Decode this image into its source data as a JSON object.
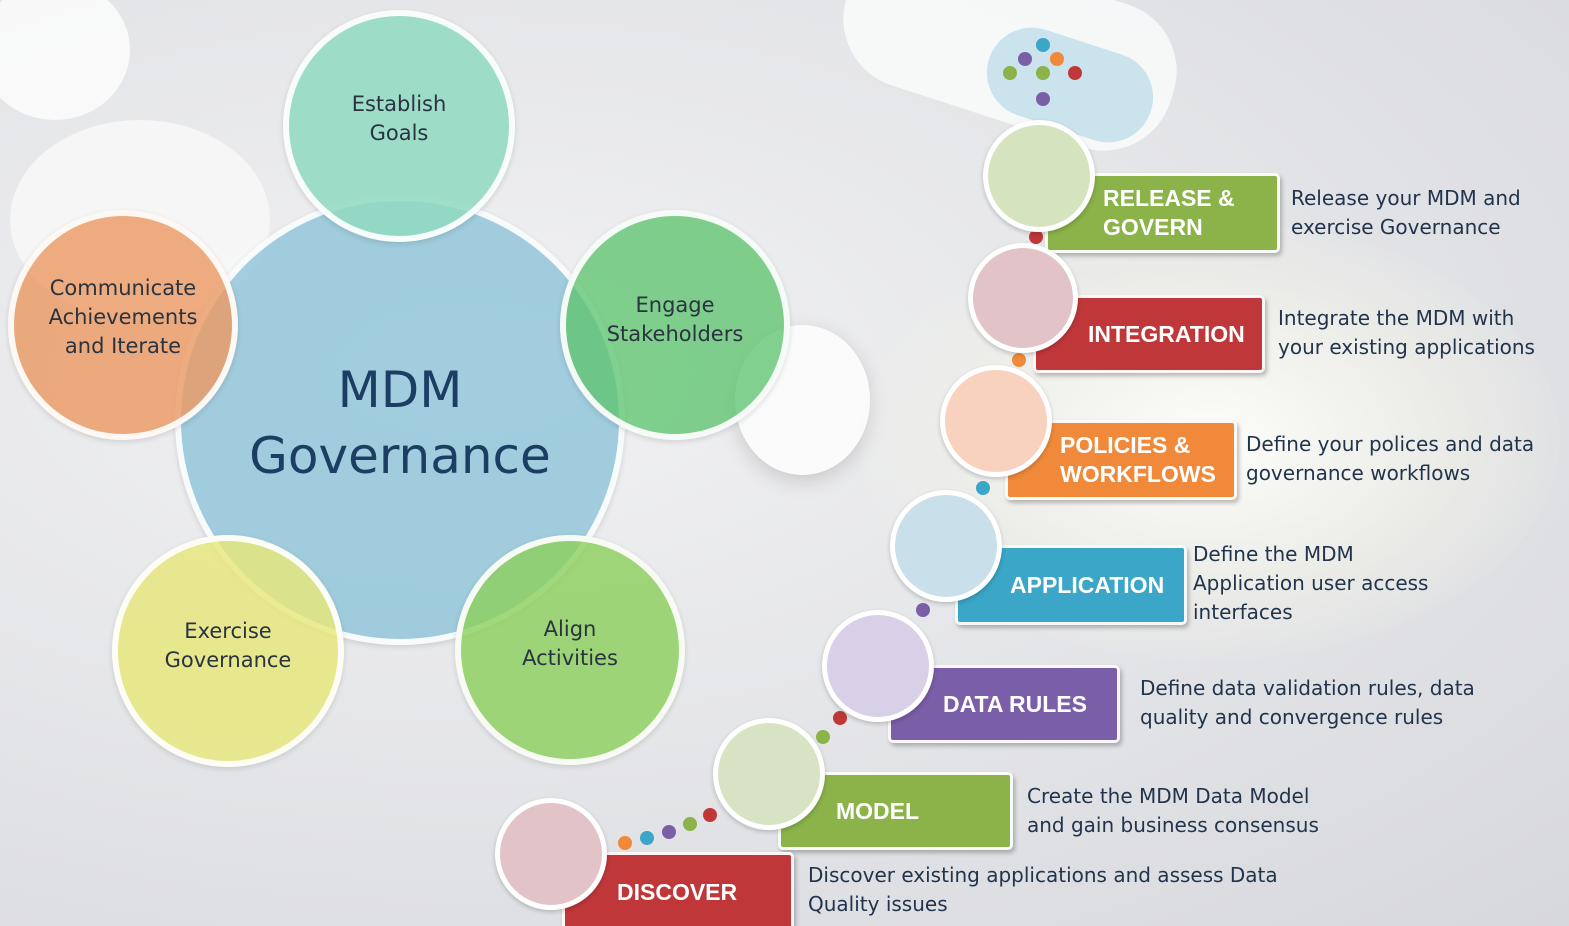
{
  "governance": {
    "center": "MDM\nGovernance",
    "goals": "Establish\nGoals",
    "stakeholders": "Engage\nStakeholders",
    "communicate": "Communicate\nAchievements\nand Iterate",
    "exercise": "Exercise\nGovernance",
    "align": "Align\nActivities"
  },
  "steps": {
    "release": {
      "label": "RELEASE &\nGOVERN",
      "desc": "Release your MDM and\nexercise Governance",
      "color": "#8bb34a"
    },
    "integration": {
      "label": "INTEGRATION",
      "desc": "Integrate the MDM with\nyour existing applications",
      "color": "#c0373a"
    },
    "policies": {
      "label": "POLICIES &\nWORKFLOWS",
      "desc": "Define your polices and data\ngovernance workflows",
      "color": "#f08a3a"
    },
    "application": {
      "label": "APPLICATION",
      "desc": "Define the MDM\nApplication user access\ninterfaces",
      "color": "#3ba6c8"
    },
    "datarules": {
      "label": "DATA RULES",
      "desc": "Define data validation rules, data\nquality and convergence rules",
      "color": "#7a5ea8"
    },
    "model": {
      "label": "MODEL",
      "desc": "Create the MDM Data Model\nand gain business consensus",
      "color": "#8bb34a"
    },
    "discover": {
      "label": "DISCOVER",
      "desc": "Discover existing applications and assess Data\nQuality issues",
      "color": "#c0373a"
    }
  },
  "colors": {
    "goals": "#8fd9bf",
    "stakeholders": "#5fc46f",
    "communicate": "#ea9a64",
    "exercise": "#e6e67a",
    "align": "#8ccf5e",
    "center": "#8fc4d9"
  }
}
